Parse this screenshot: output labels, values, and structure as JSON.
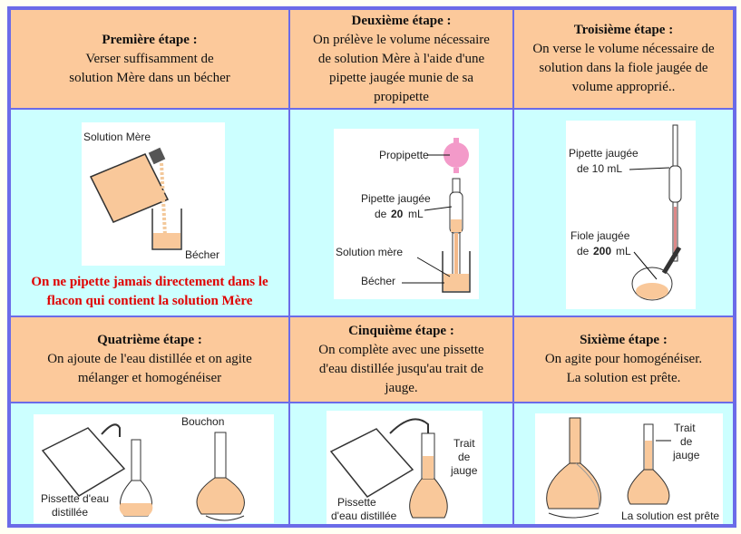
{
  "steps": [
    {
      "title": "Première étape :",
      "lines": [
        "Verser suffisamment de",
        "solution Mère dans un bécher"
      ],
      "labels": {
        "solution": "Solution Mère",
        "becher": "Bécher"
      },
      "warning": [
        "On ne pipette jamais directement dans le",
        "flacon qui contient la solution Mère"
      ]
    },
    {
      "title": "Deuxième étape :",
      "lines": [
        "On prélève le volume nécessaire",
        "de solution Mère à l'aide d'une",
        "pipette jaugée munie de sa",
        "propipette"
      ],
      "labels": {
        "propipette": "Propipette",
        "pipette": "Pipette jaugée",
        "de": "de",
        "vol": "20",
        "unit": "mL",
        "solution": "Solution mère",
        "becher": "Bécher"
      }
    },
    {
      "title": "Troisième étape :",
      "lines": [
        "On verse le volume nécessaire de",
        "solution dans la fiole jaugée de",
        "volume approprié.."
      ],
      "labels": {
        "pipette": "Pipette jaugée",
        "pipvol": "de 10 mL",
        "fiole": "Fiole jaugée",
        "de": "de",
        "vol": "200",
        "unit": "mL"
      }
    },
    {
      "title": "Quatrième étape :",
      "lines": [
        "On ajoute de l'eau distillée et on agite",
        "mélanger et homogénéiser"
      ],
      "labels": {
        "pissette1": "Pissette d'eau",
        "pissette2": "distillée",
        "bouchon": "Bouchon"
      }
    },
    {
      "title": "Cinquième étape :",
      "lines": [
        "On complète avec une pissette",
        "d'eau distillée jusqu'au trait de",
        "jauge."
      ],
      "labels": {
        "trait": "Trait",
        "de": "de",
        "jauge": "jauge",
        "pissette1": "Pissette",
        "pissette2": "d'eau distillée"
      }
    },
    {
      "title": "Sixième étape :",
      "lines": [
        "On agite pour homogénéiser.",
        "La solution est prête."
      ],
      "labels": {
        "trait": "Trait",
        "de": "de",
        "jauge": "jauge",
        "ready": "La solution est prête"
      }
    }
  ],
  "colors": {
    "header": "#fcc99b",
    "image": "#ccffff",
    "border": "#6b6be8",
    "liquid": "#f9c89a",
    "warning": "#e00000"
  }
}
